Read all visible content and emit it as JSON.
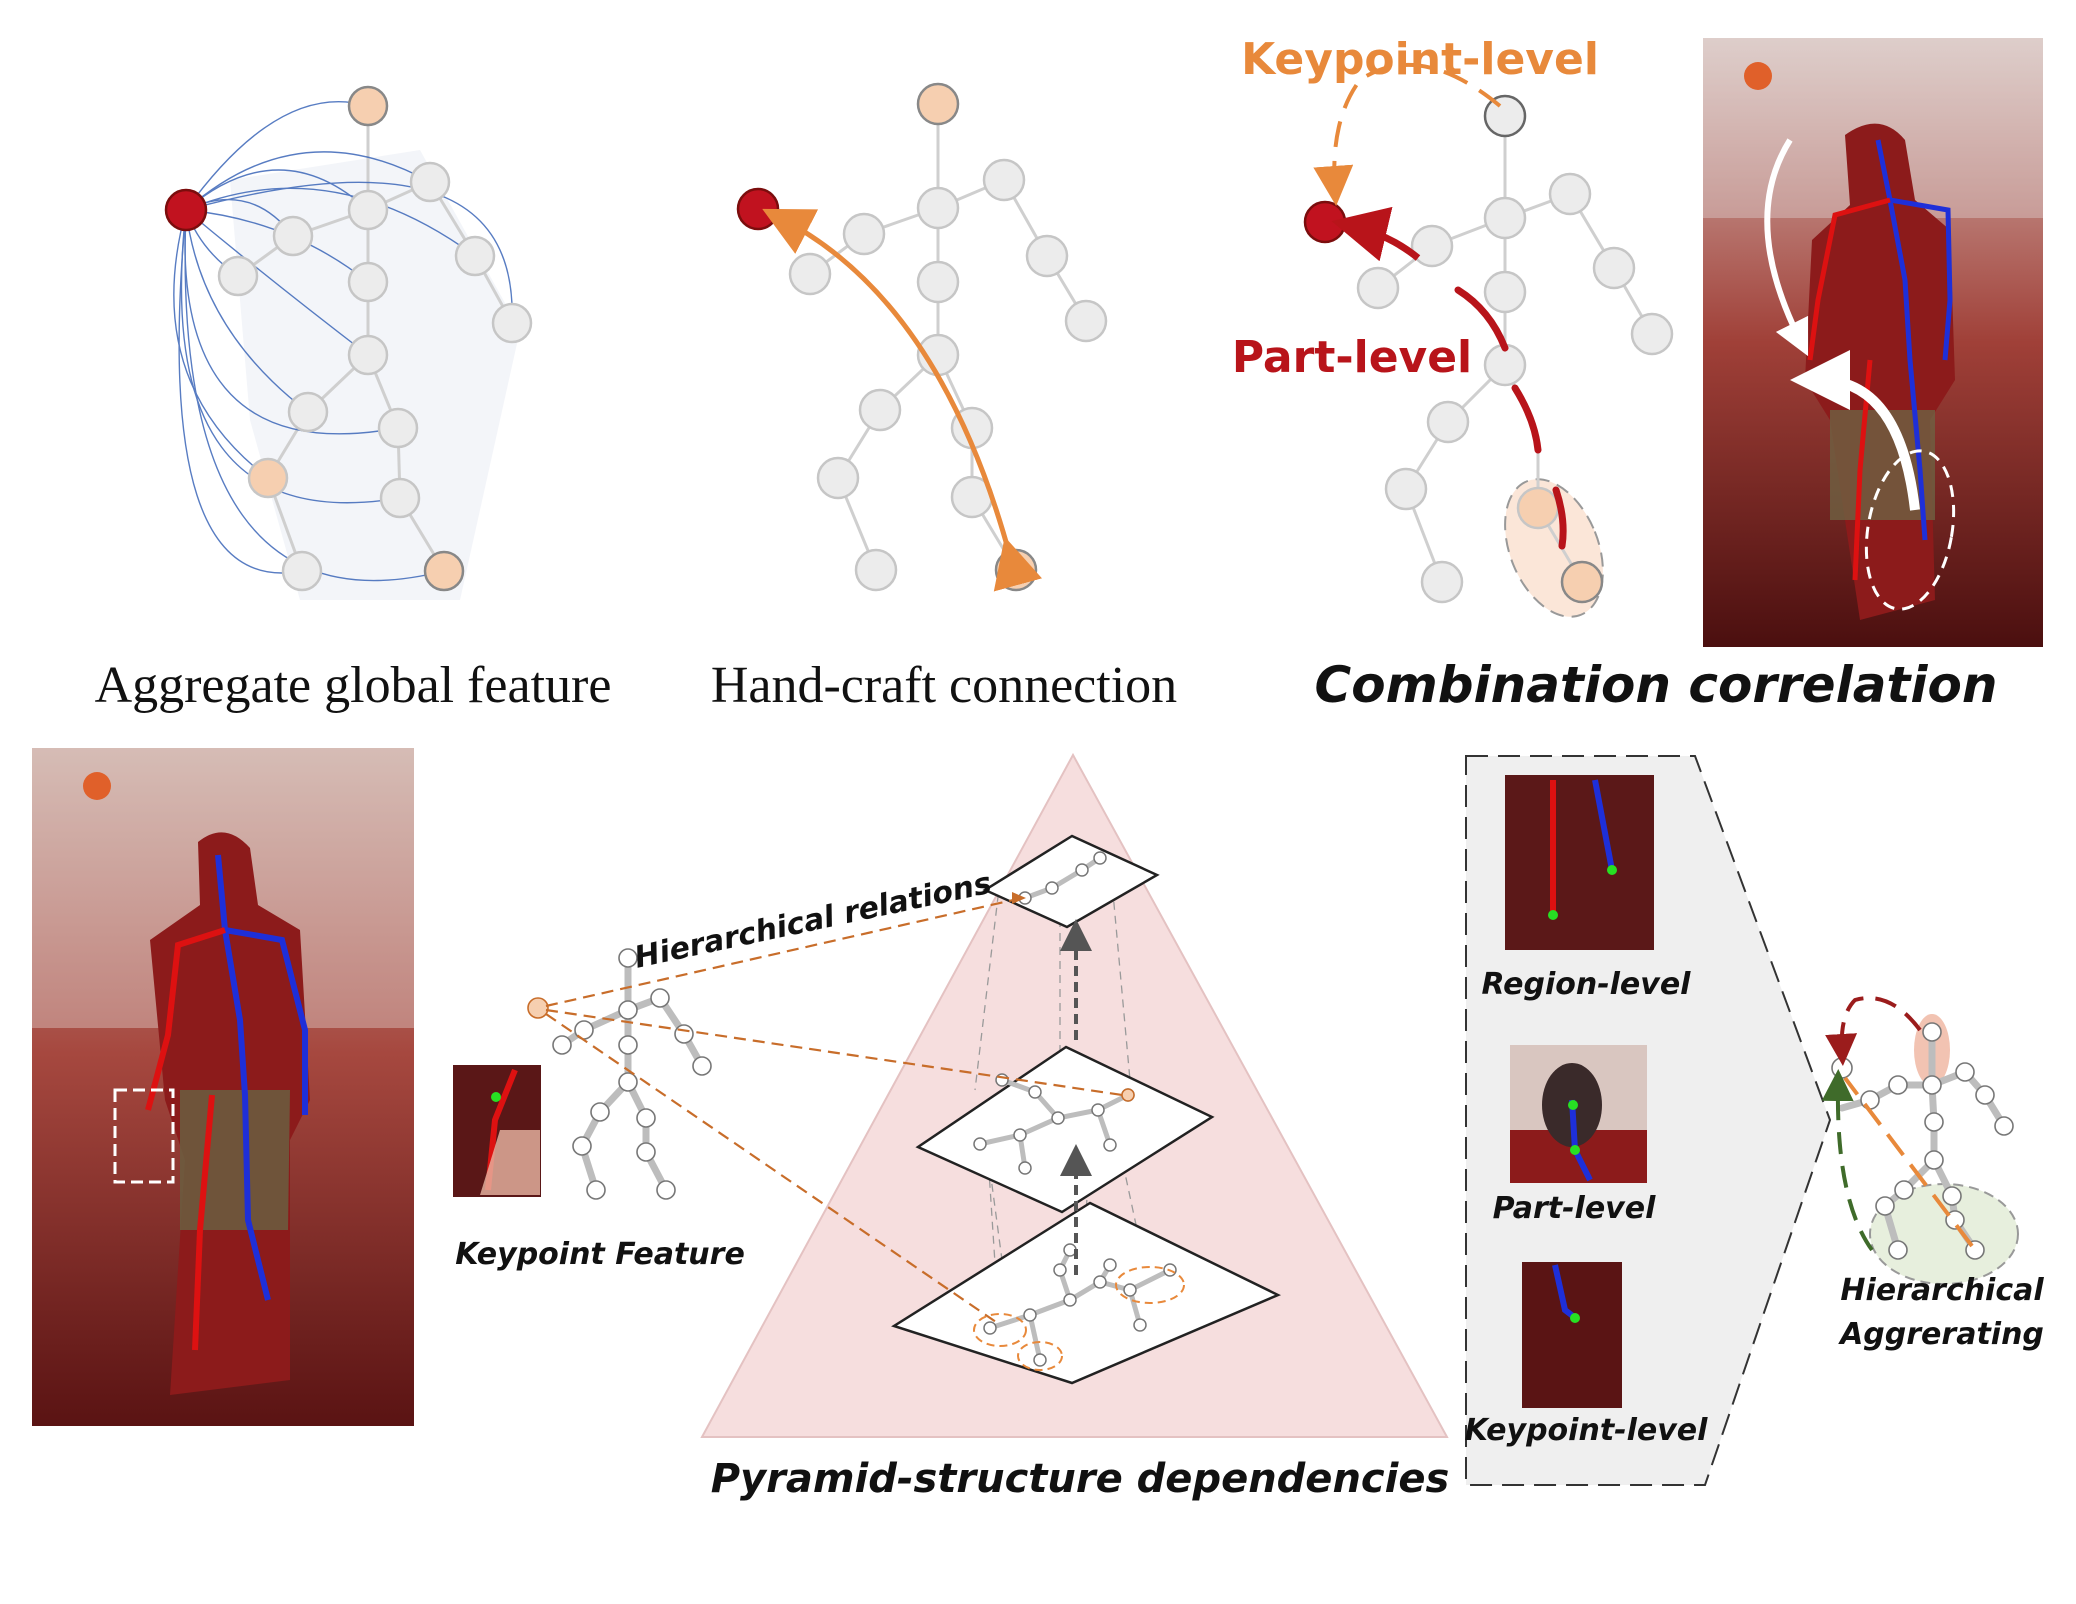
{
  "panels": {
    "aggregate": {
      "caption": "Aggregate global feature"
    },
    "handcraft": {
      "caption": "Hand-craft connection"
    },
    "combination": {
      "caption": "Combination correlation",
      "keypoint_label": "Keypoint-level",
      "part_label": "Part-level"
    },
    "keypoint_feature": {
      "caption": "Keypoint Feature"
    },
    "pyramid": {
      "caption": "Pyramid-structure dependencies",
      "relations_label": "Hierarchical relations"
    },
    "levels": {
      "region": "Region-level",
      "part": "Part-level",
      "keypoint": "Keypoint-level"
    },
    "aggregating": {
      "line1": "Hierarchical",
      "line2": "Aggrerating"
    }
  },
  "colors": {
    "node_fill": "#ececec",
    "node_stroke": "#c6c6c6",
    "bone": "#cfcfcf",
    "target_fill": "#c1121f",
    "peach": "#f6cfb0",
    "orange": "#e8893b",
    "dark_red": "#b8141a",
    "blue_link": "#3b66b8",
    "pyramid_fill": "#f6dede",
    "green_dashed": "#3f6b2a"
  }
}
